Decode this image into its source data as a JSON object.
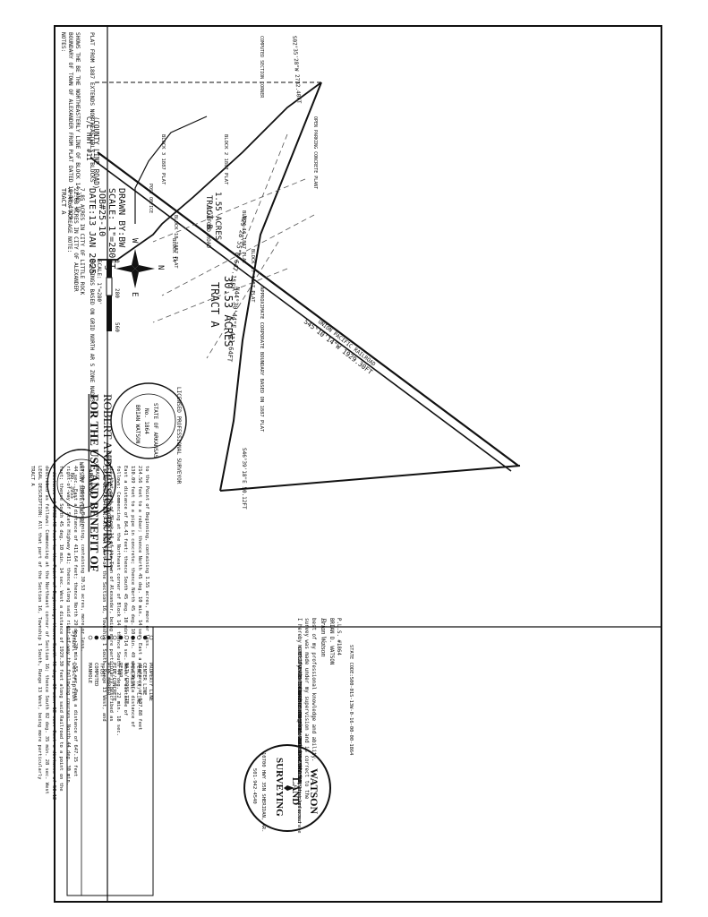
{
  "notes": {
    "line1": "NOTES:",
    "line2": "BOUNDARY OF TOWN OF ALEXANDER FROM PLAT DATED 11-18-1929",
    "line3": "SHOWS THE BE THE NORTHEASTERLY LINE OF BLOCK 14 AND 19",
    "line4": "PLAT FROM 1887 EXTENDS NORTHEASTERLY 2 BLOCKS"
  },
  "plat": {
    "tract_a_label": "TRACT A",
    "tract_a_acres": "30.53 ACRES",
    "tract_b_label": "TRACT B",
    "tract_b_acres": "1.55 ACRES",
    "railroad": "UNION PACIFIC RAILROAD",
    "rail_bearing": "S45°10'14\"W 1929.30FT",
    "bearing_north": "N29°28'55\"E 647.15FT",
    "bearing_east": "N44°30'44\"E 411.64FT",
    "bearing_corner": "S46°39'18\"E 50.12FT",
    "bearing_top": "S02°35'28\"W 2732.40FT",
    "hwy": "C/L HWY #11",
    "county_road": "(COUNTY LINE ROAD)",
    "stanford_road": "STANFORD ROAD",
    "block2": "BLOCK 2 1887 PLAT",
    "block3": "BLOCK 3 1887 PLAT",
    "block16": "BLOCK 16 1887 PLAT",
    "block17": "BLOCK 17 1887 PLAT",
    "block18": "BLOCK 18 1887 PLAT",
    "block14": "BLOCK 14",
    "post_office": "POST OFFICE",
    "approx_boundary": "APPROXIMATE CORPORATE BOUNDARY BASED ON 1887 PLAT",
    "computed": "COMPUTED SECTION CORNER",
    "open_parking": "OPEN PARKING CONCRETE PLANT"
  },
  "tract_note": {
    "line1": "TRACT A",
    "line2": "APPROX ACREAGE NOTE:",
    "line3": "22.68 ACRES IN CITY OF ALEXANDER",
    "line4": "7.85 ACRES IN CITY OF LITTLE ROCK"
  },
  "job": {
    "date": "DATE:13 JAN 2025",
    "job": "JOB#25-10",
    "scale": "SCALE: 1\"=280FT.",
    "drawn": "DRAWN BY:BW"
  },
  "scale_bar": {
    "bearings_note": "BEARINGS BASED ON GRID NORTH AR S ZONE NAD83",
    "scale": "SCALE: 1\"=280'",
    "t0": "0",
    "t1": "280",
    "t2": "560"
  },
  "compass": {
    "n": "N",
    "s": "S",
    "e": "E",
    "w": "W"
  },
  "benefit": {
    "line1": "FOR THE USE AND BENEFIT OF",
    "line2": "ROBERT AND JESSICA BURNETT"
  },
  "seal_pls": {
    "ring": "LICENSED PROFESSIONAL SURVEYOR",
    "state": "STATE OF ARKANSAS",
    "number": "No. 1864",
    "name": "BRIAN WATSON"
  },
  "seal_coa": {
    "ring": "CERTIFICATE OF AUTHORIZATION",
    "state": "ARKANSAS",
    "firm": "WATSON SURVEYING LLC",
    "number": "No. 3955"
  },
  "legal": {
    "head1": "TRACT A",
    "head2": "LEGAL DESCRIPTION: All that part of the Section 16, Township 1 South, Range 13 West, being more particularly",
    "l1": "described as follows: Commencing at the Northeast corner of Section 16; thence South 02 deg. 35 min. 28 sec. West",
    "l2": "a distance of 2732.40 feet to the Point of Beginning; thence South 46 deg. 39 min. 18 sec. East a distance of 50.12",
    "l3": "feet; thence South 45 deg. 10 min. 14 sec. West a distance of 1929.30 feet along said Railroad to a point on the",
    "l4": "right-of-way of State Highway #11; thence along said right-of-way the following courses: North 44 deg. 30 min.",
    "l5": "44 sec. East a distance of 411.64 feet; thence North 29 deg. 28 min. 55 sec. East a distance of 647.15 feet",
    "l6": "to the Point of Beginning, containing 30.53 acres, more or less."
  },
  "legal_b": {
    "head1": "TRACT B",
    "head2": "LEGAL DESCRIPTION: All that part of the Section 16, Township 1 South, Range 13 West, and",
    "l1": "all that part of Block 14 of the Town of Alexander, being more particularly described as",
    "l2": "follows: Commencing at the Northeast corner of Block 14; thence South 44 deg. 22 min. 18 sec.",
    "l3": "East a distance of 84.41 feet; thence South 45 deg. 10 min. 14 sec. West a distance of",
    "l4": "130.09 feet to a pipe in concrete; thence North 45 deg. 10 min. 49 sec. West a distance of",
    "l5": "214.56 feet to a rebar; thence North 45 deg. 10 min. 14 sec. East a distance of 537.88 feet",
    "l6": "to the Point of Beginning, containing 1.55 acres, more or less."
  },
  "certification": {
    "l1": "I hereby certify that the hereon plat and described",
    "l2": "survey was made under my supervision and is correct to the",
    "l3": "best of my professional knowledge and ability.",
    "signature": "Brian Watson",
    "name": "BRIAN D. WATSON",
    "pls": "P.L.S. #1864"
  },
  "note2": {
    "head": "NOTE:",
    "l1": "ORDINANCE 2013-2 RECORDED IN INST #2013051898",
    "l2": "APPEARS TO HAVE CLOSED ALL ROADS AND ALLEYS",
    "l3": "IN THE AREA OF STAFFORD ROAD AS PER LETTER",
    "l4": "OF ORDINANCE TO FROM MAYOR OF CITY",
    "l5": "COUNCIL",
    "l6": "No investigation or other search was performed",
    "l7": "for easements or other records that an accurate",
    "l8": "and current title search may disclose."
  },
  "legend": {
    "title": "Symbol",
    "desc": "Description",
    "items": [
      "MANHOLE",
      "COMPUTED",
      "TPOST",
      "PIPE MARKER",
      "PIPE/CONCRETE",
      "REBAR",
      "NAIL/CROSS TIE",
      "POWERLINE",
      "FENCE (X) LINE",
      "CENTER LINE",
      "PROPERTY LINE"
    ]
  },
  "state_code": "STATE CODE:500-01S-13W-0-16-00-00-1864",
  "logo": {
    "name": "WATSON",
    "land": "LAND",
    "surveying": "SURVEYING",
    "address": "10700 HWY 35N SHERIDAN, AR.",
    "phone": "501-942-4540"
  }
}
